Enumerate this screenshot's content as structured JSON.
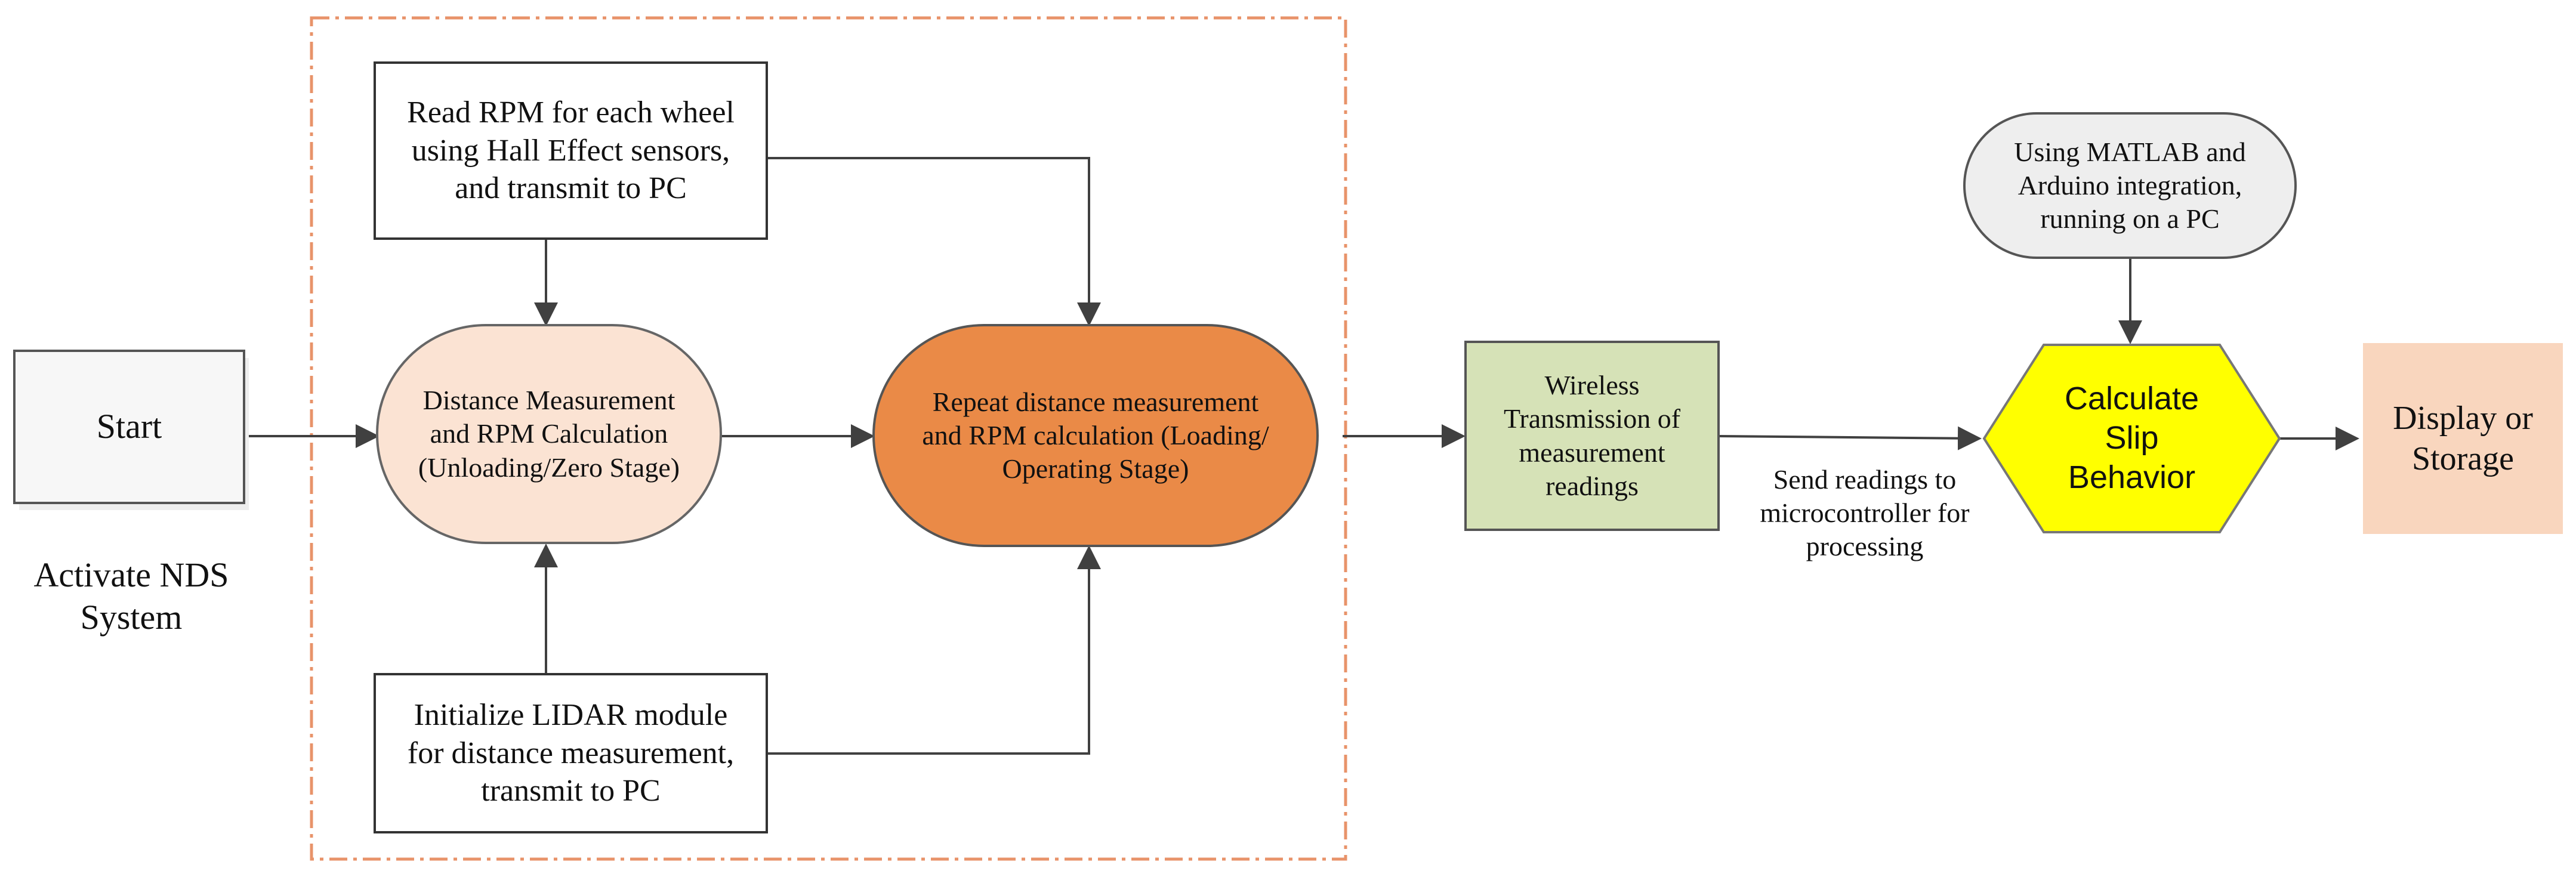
{
  "colors": {
    "dashed_frame": "#e8936a",
    "ellipse_light": "#fbe3d3",
    "ellipse_dark": "#ea8a47",
    "green_box": "#d6e2b7",
    "hexagon": "#ffff00",
    "display_box": "#f9d6be",
    "rounded_note": "#eeeeee",
    "line": "#404040"
  },
  "nodes": {
    "start": {
      "label": "Start"
    },
    "activate": {
      "label": "Activate NDS\nSystem"
    },
    "read_rpm": {
      "label": "Read RPM for each wheel\nusing Hall Effect sensors,\nand transmit to PC"
    },
    "init_lidar": {
      "label": "Initialize LIDAR module\nfor distance measurement,\ntransmit to PC"
    },
    "distance_zero": {
      "label": "Distance Measurement\nand RPM Calculation\n(Unloading/Zero Stage)"
    },
    "repeat": {
      "label": "Repeat distance measurement\nand  RPM calculation (Loading/\nOperating Stage)"
    },
    "wireless": {
      "label": "Wireless\nTransmission of\nmeasurement\nreadings"
    },
    "send_label": {
      "label": "Send readings to\nmicrocontroller for\nprocessing"
    },
    "matlab": {
      "label": "Using MATLAB and\nArduino integration,\nrunning on a PC"
    },
    "calculate": {
      "label": "Calculate\nSlip\nBehavior"
    },
    "display": {
      "label": "Display or\nStorage"
    }
  }
}
